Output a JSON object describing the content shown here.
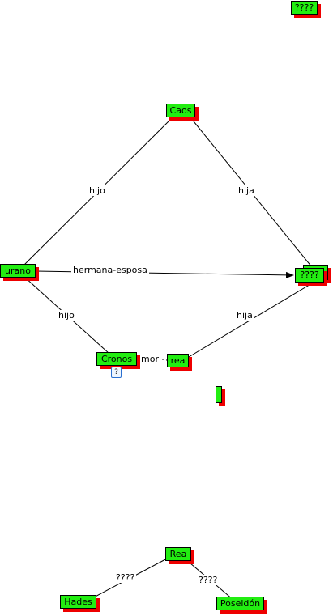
{
  "nodes": {
    "orphan_top": "????",
    "caos": "Caos",
    "urano": "urano",
    "gaia": "????",
    "cronos": "Cronos",
    "rea": "rea",
    "blank": "",
    "rea2": "Rea",
    "hades": "Hades",
    "poseidon": "Poseidón"
  },
  "edge_labels": {
    "caos_urano": "hijo",
    "caos_gaia": "hija",
    "urano_gaia": "hermana-esposa",
    "urano_cronos": "hijo",
    "gaia_rea": "hija",
    "cronos_rea": "mor -",
    "rea2_hades": "????",
    "rea2_poseidon": "????"
  },
  "icons": {
    "note": "note-icon"
  }
}
